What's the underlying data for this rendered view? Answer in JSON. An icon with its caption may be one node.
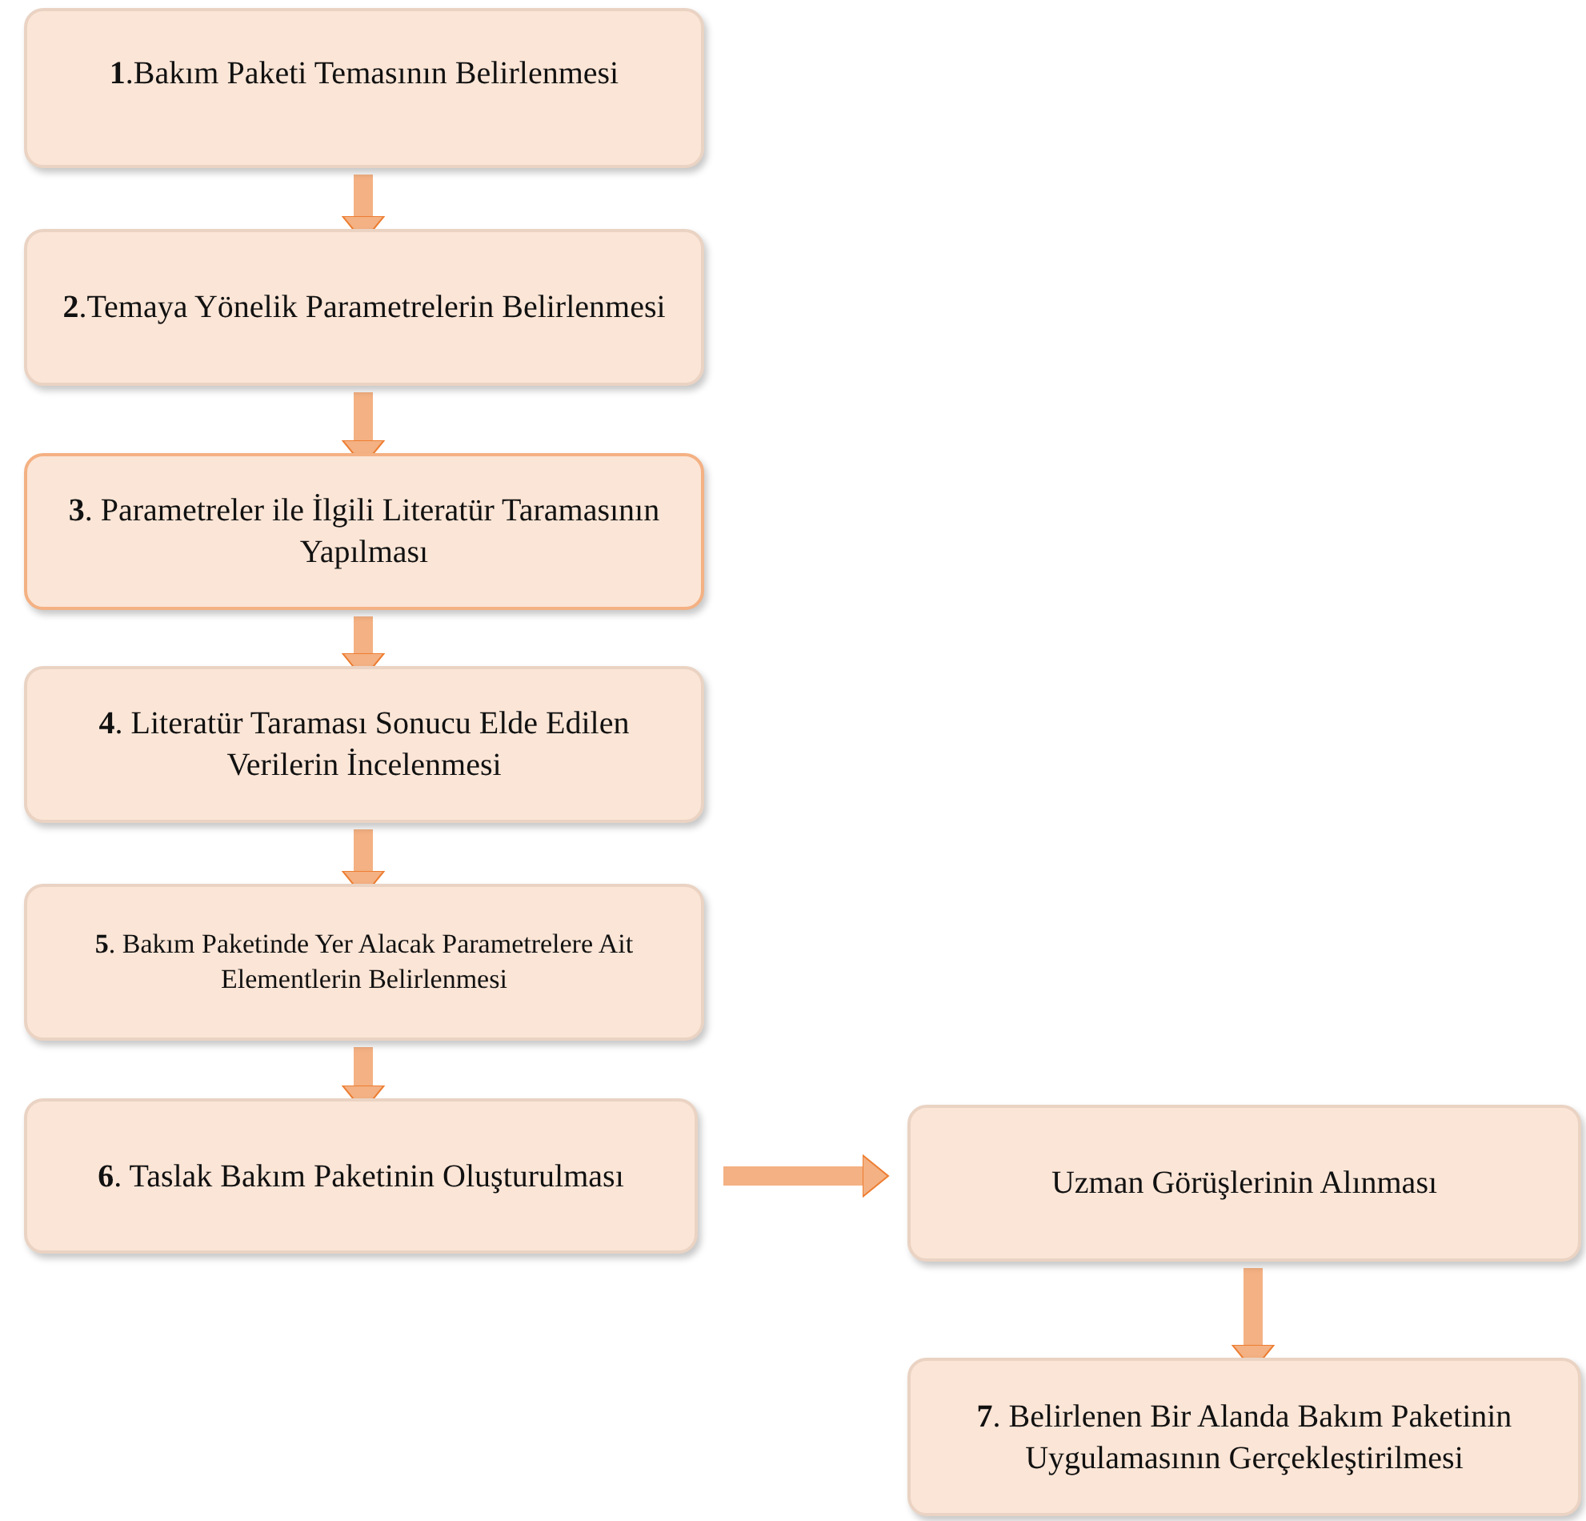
{
  "diagram": {
    "nodes": [
      {
        "text": [
          "**1**.Bakım Paketi Temasının Belirlenmesi"
        ]
      },
      {
        "text": [
          "**2**.Temaya Yönelik Parametrelerin Belirlenmesi"
        ]
      },
      {
        "text": [
          "**3**. Parametreler ile İlgili Literatür Taramasının Yapılması"
        ]
      },
      {
        "text": [
          "**4**. Literatür Taraması Sonucu Elde Edilen Verilerin İncelenmesi"
        ]
      },
      {
        "text": [
          "**5**. Bakım Paketinde Yer Alacak Parametrelere Ait Elementlerin Belirlenmesi"
        ]
      },
      {
        "text": [
          "**6**. Taslak Bakım Paketinin Oluşturulması"
        ]
      },
      {
        "text": [
          "Uzman Görüşlerinin Alınması"
        ]
      },
      {
        "text": [
          "**7**. Belirlenen Bir Alanda Bakım Paketinin Uygulamasının Gerçekleştirilmesi"
        ]
      }
    ],
    "edges": [
      {
        "from": 0,
        "to": 1,
        "arrow": "to"
      },
      {
        "from": 1,
        "to": 2,
        "arrow": "to"
      },
      {
        "from": 2,
        "to": 3,
        "arrow": "to"
      },
      {
        "from": 3,
        "to": 4,
        "arrow": "to"
      },
      {
        "from": 4,
        "to": 5,
        "arrow": "to"
      },
      {
        "from": 5,
        "to": 6,
        "arrow": "to"
      },
      {
        "from": 6,
        "to": 7,
        "arrow": "to"
      }
    ]
  }
}
